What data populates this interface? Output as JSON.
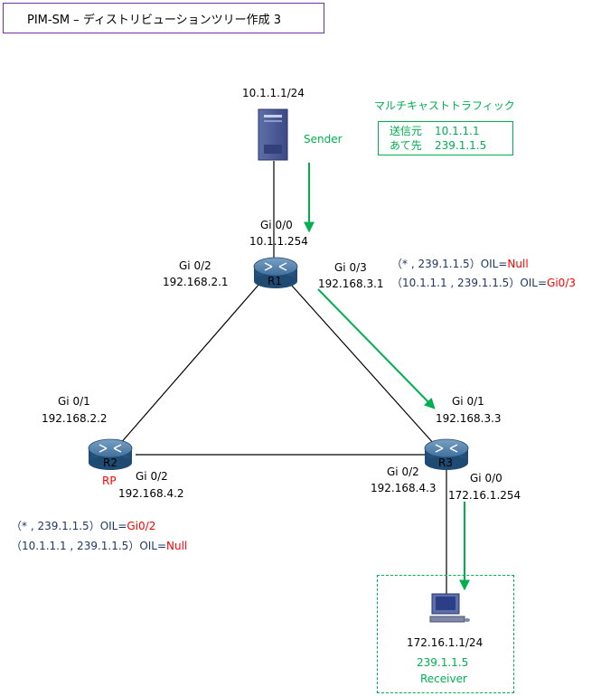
{
  "title": "PIM-SM – ディストリビューションツリー作成 3",
  "sender": {
    "ip": "10.1.1.1/24",
    "label": "Sender"
  },
  "mcast": {
    "heading": "マルチキャストトラフィック",
    "src_key": "送信元",
    "src_val": "10.1.1.1",
    "dst_key": "あて先",
    "dst_val": "239.1.1.5"
  },
  "r1": {
    "name": "R1",
    "gi00": "Gi 0/0",
    "gi00_ip": "10.1.1.254",
    "gi02": "Gi 0/2",
    "gi02_ip": "192.168.2.1",
    "gi03": "Gi 0/3",
    "gi03_ip": "192.168.3.1",
    "oil1_prefix": "（* , 239.1.1.5）OIL=",
    "oil1_val": "Null",
    "oil2_prefix": "（10.1.1.1 , 239.1.1.5）OIL=",
    "oil2_val": "Gi0/3"
  },
  "r2": {
    "name": "R2",
    "rp": "RP",
    "gi01": "Gi 0/1",
    "gi01_ip": "192.168.2.2",
    "gi02": "Gi 0/2",
    "gi02_ip": "192.168.4.2",
    "oil1_prefix": "（* , 239.1.1.5）OIL=",
    "oil1_val": "Gi0/2",
    "oil2_prefix": "（10.1.1.1 , 239.1.1.5）OIL=",
    "oil2_val": "Null"
  },
  "r3": {
    "name": "R3",
    "gi01": "Gi 0/1",
    "gi01_ip": "192.168.3.3",
    "gi02": "Gi 0/2",
    "gi02_ip": "192.168.4.3",
    "gi00": "Gi 0/0",
    "gi00_ip": "172.16.1.254"
  },
  "receiver": {
    "ip": "172.16.1.1/24",
    "group": "239.1.1.5",
    "label": "Receiver"
  }
}
